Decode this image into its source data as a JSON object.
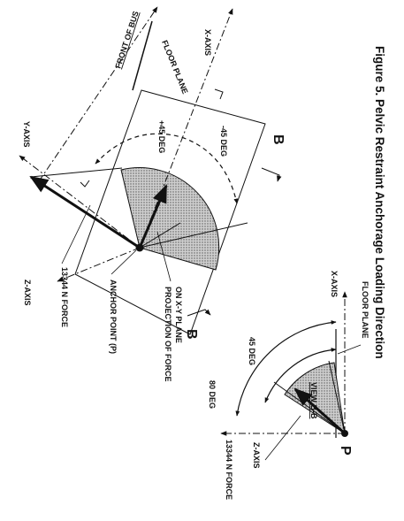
{
  "caption": "Figure 5.  Pelvic Restraint Anchorage Loading Direction",
  "main_view": {
    "front_of_bus": "FRONT OF BUS",
    "floor_plane": "FLOOR PLANE",
    "x_axis": "X-AXIS",
    "y_axis": "Y-AXIS",
    "z_axis": "Z-AXIS",
    "plus_45": "+45 DEG",
    "minus_45": "-45 DEG",
    "section_mark": "B",
    "force": "13344 N  FORCE",
    "anchor_point": "ANCHOR POINT (P)",
    "projection_line1": "PROJECTION OF FORCE",
    "projection_line2": "ON X-Y PLANE"
  },
  "view_bb": {
    "title": "VIEW B-B",
    "floor_plane": "FLOOR PLANE",
    "x_axis": "X-AXIS",
    "z_axis": "Z-AXIS",
    "angle_45": "45 DEG",
    "angle_80": "80 DEG",
    "force": "13344 N  FORCE",
    "point": "P"
  },
  "colors": {
    "ink": "#111111",
    "shade": "#bdbdbd",
    "background": "#ffffff"
  }
}
